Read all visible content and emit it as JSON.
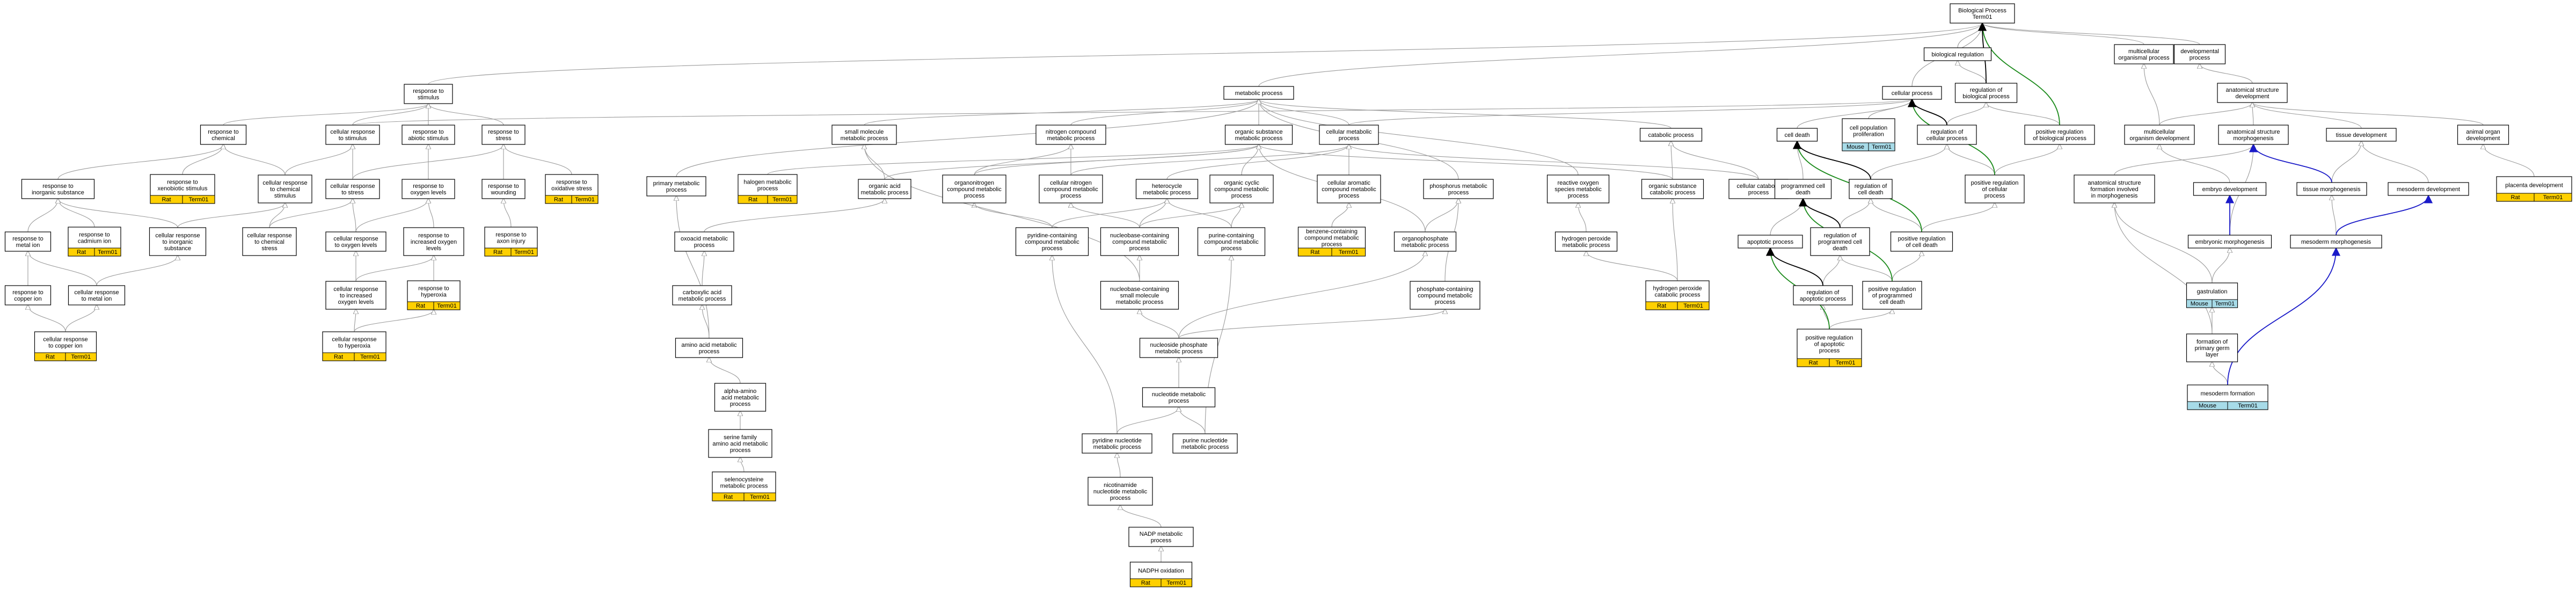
{
  "colors": {
    "rat": "#ffd000",
    "mouse": "#a7dbe8",
    "isa": "#9a9a9a",
    "positively_regulates": "#1a8a1a",
    "part_of": "#1a1ac8",
    "regulates": "#000000"
  },
  "nodes": [
    {
      "id": "bp",
      "lines": [
        "Biological Process",
        "Term01"
      ]
    },
    {
      "id": "resp_stim",
      "lines": [
        "response to",
        "stimulus"
      ]
    },
    {
      "id": "metab",
      "lines": [
        "metabolic process"
      ]
    },
    {
      "id": "cell_proc",
      "lines": [
        "cellular process"
      ]
    },
    {
      "id": "bio_reg",
      "lines": [
        "biological regulation"
      ]
    },
    {
      "id": "multi_org",
      "lines": [
        "multicellular",
        "organismal process"
      ]
    },
    {
      "id": "dev_proc",
      "lines": [
        "developmental",
        "process"
      ]
    },
    {
      "id": "reg_bp",
      "lines": [
        "regulation of",
        "biological process"
      ]
    },
    {
      "id": "anat_dev",
      "lines": [
        "anatomical structure",
        "development"
      ]
    },
    {
      "id": "pos_reg_bp",
      "lines": [
        "positive regulation",
        "of biological process"
      ]
    },
    {
      "id": "resp_chem",
      "lines": [
        "response to",
        "chemical"
      ]
    },
    {
      "id": "cell_resp_stim",
      "lines": [
        "cellular response",
        "to stimulus"
      ]
    },
    {
      "id": "resp_abiotic",
      "lines": [
        "response to",
        "abiotic stimulus"
      ]
    },
    {
      "id": "resp_stress",
      "lines": [
        "response to",
        "stress"
      ]
    },
    {
      "id": "small_mol",
      "lines": [
        "small molecule",
        "metabolic process"
      ]
    },
    {
      "id": "nitro_comp",
      "lines": [
        "nitrogen compound",
        "metabolic process"
      ]
    },
    {
      "id": "org_subst",
      "lines": [
        "organic substance",
        "metabolic process"
      ]
    },
    {
      "id": "cell_metab",
      "lines": [
        "cellular metabolic",
        "process"
      ]
    },
    {
      "id": "catab",
      "lines": [
        "catabolic process"
      ]
    },
    {
      "id": "cell_death",
      "lines": [
        "cell death"
      ]
    },
    {
      "id": "cell_pop_prolif",
      "lines": [
        "cell population",
        "proliferation"
      ],
      "tags": [
        "Mouse",
        "Term01"
      ]
    },
    {
      "id": "reg_cell_proc",
      "lines": [
        "regulation of",
        "cellular process"
      ]
    },
    {
      "id": "multi_org_dev",
      "lines": [
        "multicellular",
        "organism development"
      ]
    },
    {
      "id": "anat_morph",
      "lines": [
        "anatomical structure",
        "morphogenesis"
      ]
    },
    {
      "id": "tissue_dev",
      "lines": [
        "tissue development"
      ]
    },
    {
      "id": "animal_organ_dev",
      "lines": [
        "animal organ",
        "development"
      ]
    },
    {
      "id": "resp_inorg",
      "lines": [
        "response to",
        "inorganic substance"
      ]
    },
    {
      "id": "resp_xeno",
      "lines": [
        "response to",
        "xenobiotic stimulus"
      ],
      "tags": [
        "Rat",
        "Term01"
      ]
    },
    {
      "id": "cell_resp_chem",
      "lines": [
        "cellular response",
        "to chemical",
        "stimulus"
      ]
    },
    {
      "id": "cell_resp_stress",
      "lines": [
        "cellular response",
        "to stress"
      ]
    },
    {
      "id": "resp_oxy",
      "lines": [
        "response to",
        "oxygen levels"
      ]
    },
    {
      "id": "resp_wound",
      "lines": [
        "response to",
        "wounding"
      ]
    },
    {
      "id": "resp_oxstress",
      "lines": [
        "response to",
        "oxidative stress"
      ],
      "tags": [
        "Rat",
        "Term01"
      ]
    },
    {
      "id": "primary_metab",
      "lines": [
        "primary metabolic",
        "process"
      ]
    },
    {
      "id": "halogen",
      "lines": [
        "halogen metabolic",
        "process"
      ],
      "tags": [
        "Rat",
        "Term01"
      ]
    },
    {
      "id": "org_acid",
      "lines": [
        "organic acid",
        "metabolic process"
      ]
    },
    {
      "id": "organonitro",
      "lines": [
        "organonitrogen",
        "compound metabolic",
        "process"
      ]
    },
    {
      "id": "cell_nitro",
      "lines": [
        "cellular nitrogen",
        "compound metabolic",
        "process"
      ]
    },
    {
      "id": "heterocycle",
      "lines": [
        "heterocycle",
        "metabolic process"
      ]
    },
    {
      "id": "org_cyclic",
      "lines": [
        "organic cyclic",
        "compound metabolic",
        "process"
      ]
    },
    {
      "id": "cell_arom",
      "lines": [
        "cellular aromatic",
        "compound metabolic",
        "process"
      ]
    },
    {
      "id": "phosphorus",
      "lines": [
        "phosphorus metabolic",
        "process"
      ]
    },
    {
      "id": "ros_metab",
      "lines": [
        "reactive oxygen",
        "species metabolic",
        "process"
      ]
    },
    {
      "id": "org_subst_catab",
      "lines": [
        "organic substance",
        "catabolic process"
      ]
    },
    {
      "id": "cell_catab",
      "lines": [
        "cellular catabolic",
        "process"
      ]
    },
    {
      "id": "prog_cell_death",
      "lines": [
        "programmed cell",
        "death"
      ]
    },
    {
      "id": "reg_cell_death",
      "lines": [
        "regulation of",
        "cell death"
      ]
    },
    {
      "id": "pos_reg_cell_proc",
      "lines": [
        "positive regulation",
        "of cellular",
        "process"
      ]
    },
    {
      "id": "anat_form_morph",
      "lines": [
        "anatomical structure",
        "formation involved",
        "in morphogenesis"
      ]
    },
    {
      "id": "embryo_morph",
      "lines": [
        "embryo development"
      ]
    },
    {
      "id": "tissue_morph",
      "lines": [
        "tissue morphogenesis"
      ]
    },
    {
      "id": "mesoderm_dev",
      "lines": [
        "mesoderm development"
      ]
    },
    {
      "id": "placenta_dev",
      "lines": [
        "placenta development"
      ],
      "tags": [
        "Rat",
        "Term01"
      ]
    },
    {
      "id": "resp_metal",
      "lines": [
        "response to",
        "metal ion"
      ]
    },
    {
      "id": "resp_cadmium",
      "lines": [
        "response to",
        "cadmium ion"
      ],
      "tags": [
        "Rat",
        "Term01"
      ]
    },
    {
      "id": "cell_resp_inorg",
      "lines": [
        "cellular response",
        "to inorganic",
        "substance"
      ]
    },
    {
      "id": "cell_resp_chem_stress",
      "lines": [
        "cellular response",
        "to chemical",
        "stress"
      ]
    },
    {
      "id": "cell_resp_oxy",
      "lines": [
        "cellular response",
        "to oxygen levels"
      ]
    },
    {
      "id": "resp_incr_oxy",
      "lines": [
        "response to",
        "increased oxygen",
        "levels"
      ]
    },
    {
      "id": "resp_axon_injury",
      "lines": [
        "response to",
        "axon injury"
      ],
      "tags": [
        "Rat",
        "Term01"
      ]
    },
    {
      "id": "pyridine_cont",
      "lines": [
        "pyridine-containing",
        "compound metabolic",
        "process"
      ]
    },
    {
      "id": "nucleobase_cont",
      "lines": [
        "nucleobase-containing",
        "compound metabolic",
        "process"
      ]
    },
    {
      "id": "purine_cont",
      "lines": [
        "purine-containing",
        "compound metabolic",
        "process"
      ]
    },
    {
      "id": "benzene_cont",
      "lines": [
        "benzene-containing",
        "compound metabolic",
        "process"
      ],
      "tags": [
        "Rat",
        "Term01"
      ]
    },
    {
      "id": "organophosphate",
      "lines": [
        "organophosphate",
        "metabolic process"
      ]
    },
    {
      "id": "h2o2_metab",
      "lines": [
        "hydrogen peroxide",
        "metabolic process"
      ]
    },
    {
      "id": "apoptotic",
      "lines": [
        "apoptotic process"
      ]
    },
    {
      "id": "reg_prog_cell_death",
      "lines": [
        "regulation of",
        "programmed cell",
        "death"
      ]
    },
    {
      "id": "pos_reg_cell_death",
      "lines": [
        "positive regulation",
        "of cell death"
      ]
    },
    {
      "id": "embryonic_morph",
      "lines": [
        "embryonic morphogenesis"
      ]
    },
    {
      "id": "mesoderm_morph",
      "lines": [
        "mesoderm morphogenesis"
      ]
    },
    {
      "id": "resp_copper",
      "lines": [
        "response to",
        "copper ion"
      ]
    },
    {
      "id": "cell_resp_metal",
      "lines": [
        "cellular response",
        "to metal ion"
      ]
    },
    {
      "id": "oxoacid",
      "lines": [
        "oxoacid metabolic",
        "process"
      ]
    },
    {
      "id": "cell_resp_incr_oxy",
      "lines": [
        "cellular response",
        "to increased",
        "oxygen levels"
      ]
    },
    {
      "id": "resp_hyperoxia",
      "lines": [
        "response to",
        "hyperoxia"
      ],
      "tags": [
        "Rat",
        "Term01"
      ]
    },
    {
      "id": "nucleobase_small",
      "lines": [
        "nucleobase-containing",
        "small molecule",
        "metabolic process"
      ]
    },
    {
      "id": "phosphate_cont",
      "lines": [
        "phosphate-containing",
        "compound metabolic",
        "process"
      ]
    },
    {
      "id": "h2o2_catab",
      "lines": [
        "hydrogen peroxide",
        "catabolic process"
      ],
      "tags": [
        "Rat",
        "Term01"
      ]
    },
    {
      "id": "reg_apoptotic",
      "lines": [
        "regulation of",
        "apoptotic process"
      ]
    },
    {
      "id": "pos_reg_prog_cell_death",
      "lines": [
        "positive regulation",
        "of programmed",
        "cell death"
      ]
    },
    {
      "id": "gastrulation",
      "lines": [
        "gastrulation"
      ],
      "tags": [
        "Mouse",
        "Term01"
      ]
    },
    {
      "id": "carboxylic",
      "lines": [
        "carboxylic acid",
        "metabolic process"
      ]
    },
    {
      "id": "cell_resp_copper",
      "lines": [
        "cellular response",
        "to copper ion"
      ],
      "tags": [
        "Rat",
        "Term01"
      ]
    },
    {
      "id": "cell_resp_hyperoxia",
      "lines": [
        "cellular response",
        "to hyperoxia"
      ],
      "tags": [
        "Rat",
        "Term01"
      ]
    },
    {
      "id": "amino_acid",
      "lines": [
        "amino acid metabolic",
        "process"
      ]
    },
    {
      "id": "nucleoside_phos",
      "lines": [
        "nucleoside phosphate",
        "metabolic process"
      ]
    },
    {
      "id": "pos_reg_apoptotic",
      "lines": [
        "positive regulation",
        "of apoptotic",
        "process"
      ],
      "tags": [
        "Rat",
        "Term01"
      ]
    },
    {
      "id": "primary_germ",
      "lines": [
        "formation of",
        "primary germ",
        "layer"
      ]
    },
    {
      "id": "alpha_amino",
      "lines": [
        "alpha-amino",
        "acid metabolic",
        "process"
      ]
    },
    {
      "id": "nucleotide",
      "lines": [
        "nucleotide metabolic",
        "process"
      ]
    },
    {
      "id": "mesoderm_form",
      "lines": [
        "mesoderm formation"
      ],
      "tags": [
        "Mouse",
        "Term01"
      ]
    },
    {
      "id": "serine_family",
      "lines": [
        "serine family",
        "amino acid metabolic",
        "process"
      ]
    },
    {
      "id": "pyridine_nuc",
      "lines": [
        "pyridine nucleotide",
        "metabolic process"
      ]
    },
    {
      "id": "purine_nuc",
      "lines": [
        "purine nucleotide",
        "metabolic process"
      ]
    },
    {
      "id": "selenocysteine",
      "lines": [
        "selenocysteine",
        "metabolic process"
      ],
      "tags": [
        "Rat",
        "Term01"
      ]
    },
    {
      "id": "nicotinamide",
      "lines": [
        "nicotinamide",
        "nucleotide metabolic",
        "process"
      ]
    },
    {
      "id": "nadp_metab",
      "lines": [
        "NADP metabolic",
        "process"
      ]
    },
    {
      "id": "nadph_ox",
      "lines": [
        "NADPH oxidation"
      ],
      "tags": [
        "Rat",
        "Term01"
      ]
    }
  ]
}
